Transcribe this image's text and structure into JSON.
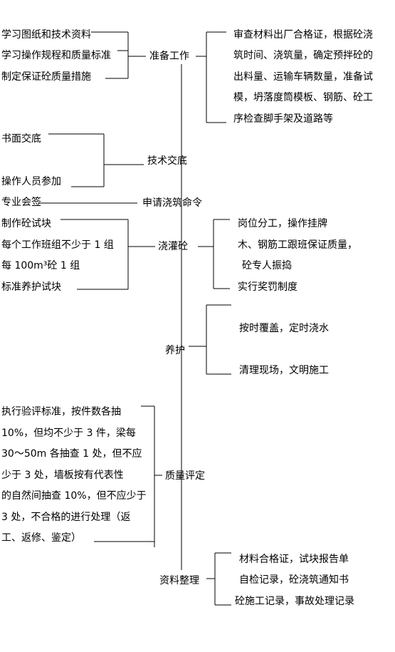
{
  "stages": {
    "prep": "准备工作",
    "tech": "技术交底",
    "apply": "申请浇筑命令",
    "pour": "浇灌砼",
    "cure": "养护",
    "quality": "质量评定",
    "docs": "资料整理"
  },
  "prep_left": [
    "学习图纸和技术资料",
    "学习操作规程和质量标准",
    "制定保证砼质量措施"
  ],
  "prep_right": [
    "审查材料出厂合格证，根据砼浇",
    "筑时间、浇筑量，确定预拌砼的",
    "出料量、运输车辆数量，准备试",
    "模，坍落度筒模板、钢筋、砼工",
    "序检查脚手架及道路等"
  ],
  "tech_left": [
    "书面交底",
    "操作人员参加"
  ],
  "apply_left": "专业会签",
  "pour_left": [
    "制作砼试块",
    "每个工作班组不少于 1 组",
    "每 100m³砼 1 组",
    "标准养护试块"
  ],
  "pour_right": [
    "岗位分工，操作挂牌",
    "木、钢筋工跟班保证质量，",
    "砼专人振捣",
    "实行奖罚制度"
  ],
  "cure_right": [
    "按时覆盖，定时浇水",
    "清理现场，文明施工"
  ],
  "quality_left": [
    "执行验评标准，按件数各抽",
    "10%，但均不少于 3 件，梁每",
    "30～50m 各抽查 1 处，但不应",
    "少于 3 处，墙板按有代表性",
    "的自然间抽查 10%，但不应少于",
    "3 处，不合格的进行处理（返",
    "工、返修、鉴定）"
  ],
  "docs_right": [
    "材料合格证，试块报告单",
    "自检记录，砼浇筑通知书",
    "砼施工记录，事故处理记录"
  ]
}
